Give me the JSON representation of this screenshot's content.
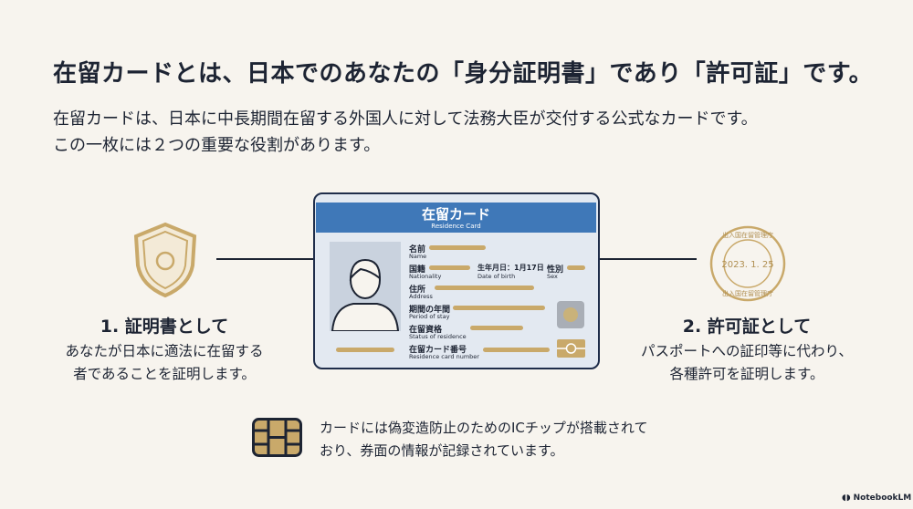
{
  "title": "在留カードとは、日本でのあなたの「身分証明書」であり「許可証」です。",
  "subtitle": [
    "在留カードは、日本に中長期間在留する外国人に対して法務大臣が交付する公式なカードです。",
    "この一枚には２つの重要な役割があります。"
  ],
  "left": {
    "icon": "shield-icon",
    "heading": "1. 証明書として",
    "desc": [
      "あなたが日本に適法に在留する",
      "者であることを証明します。"
    ]
  },
  "right": {
    "icon": "stamp-icon",
    "heading": "2. 許可証として",
    "desc": [
      "パスポートへの証印等に代わり、",
      "各種許可を証明します。"
    ],
    "stamp_date": "2023. 1. 25",
    "stamp_text": "出入国在留管理庁"
  },
  "card": {
    "title": "在留カード",
    "subtitle": "Residence Card",
    "fields": [
      {
        "jp": "名前",
        "en": "Name"
      },
      {
        "jp": "国籍",
        "en": "Nationality"
      },
      {
        "jp": "生年月日：1月17日",
        "en": "Date of birth"
      },
      {
        "jp": "性別",
        "en": "Sex"
      },
      {
        "jp": "住所",
        "en": "Address"
      },
      {
        "jp": "期間の年間",
        "en": "Period of stay"
      },
      {
        "jp": "在留資格",
        "en": "Status of residence"
      },
      {
        "jp": "在留カード番号",
        "en": "Residence card number"
      }
    ],
    "accent": "#3f78b8",
    "bar_color": "#c9a96a"
  },
  "chip_note": [
    "カードには偽変造防止のためのICチップが搭載されて",
    "おり、券面の情報が記録されています。"
  ],
  "watermark": "NotebookLM"
}
